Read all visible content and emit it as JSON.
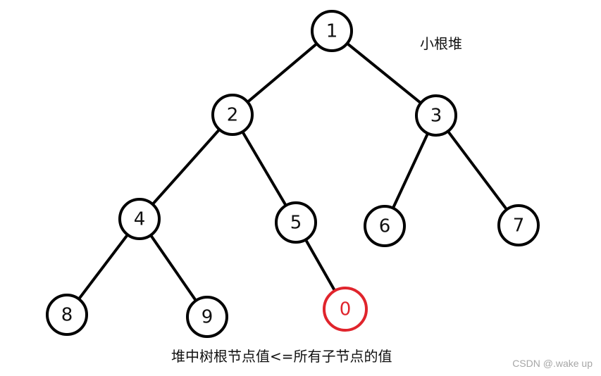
{
  "heap_label": "小根堆",
  "caption": "堆中树根节点值<=所有子节点的值",
  "watermark": "CSDN @.wake up",
  "colors": {
    "node_stroke": "#000000",
    "highlight": "#e0242c"
  },
  "tree": {
    "nodes": [
      {
        "id": "n1",
        "label": "1"
      },
      {
        "id": "n2",
        "label": "2"
      },
      {
        "id": "n3",
        "label": "3"
      },
      {
        "id": "n4",
        "label": "4"
      },
      {
        "id": "n5",
        "label": "5"
      },
      {
        "id": "n6",
        "label": "6"
      },
      {
        "id": "n7",
        "label": "7"
      },
      {
        "id": "n8",
        "label": "8"
      },
      {
        "id": "n9",
        "label": "9"
      },
      {
        "id": "n0",
        "label": "0",
        "highlight": true
      }
    ],
    "edges": [
      [
        "n1",
        "n2"
      ],
      [
        "n1",
        "n3"
      ],
      [
        "n2",
        "n4"
      ],
      [
        "n2",
        "n5"
      ],
      [
        "n3",
        "n6"
      ],
      [
        "n3",
        "n7"
      ],
      [
        "n4",
        "n8"
      ],
      [
        "n4",
        "n9"
      ],
      [
        "n5",
        "n0"
      ]
    ]
  }
}
